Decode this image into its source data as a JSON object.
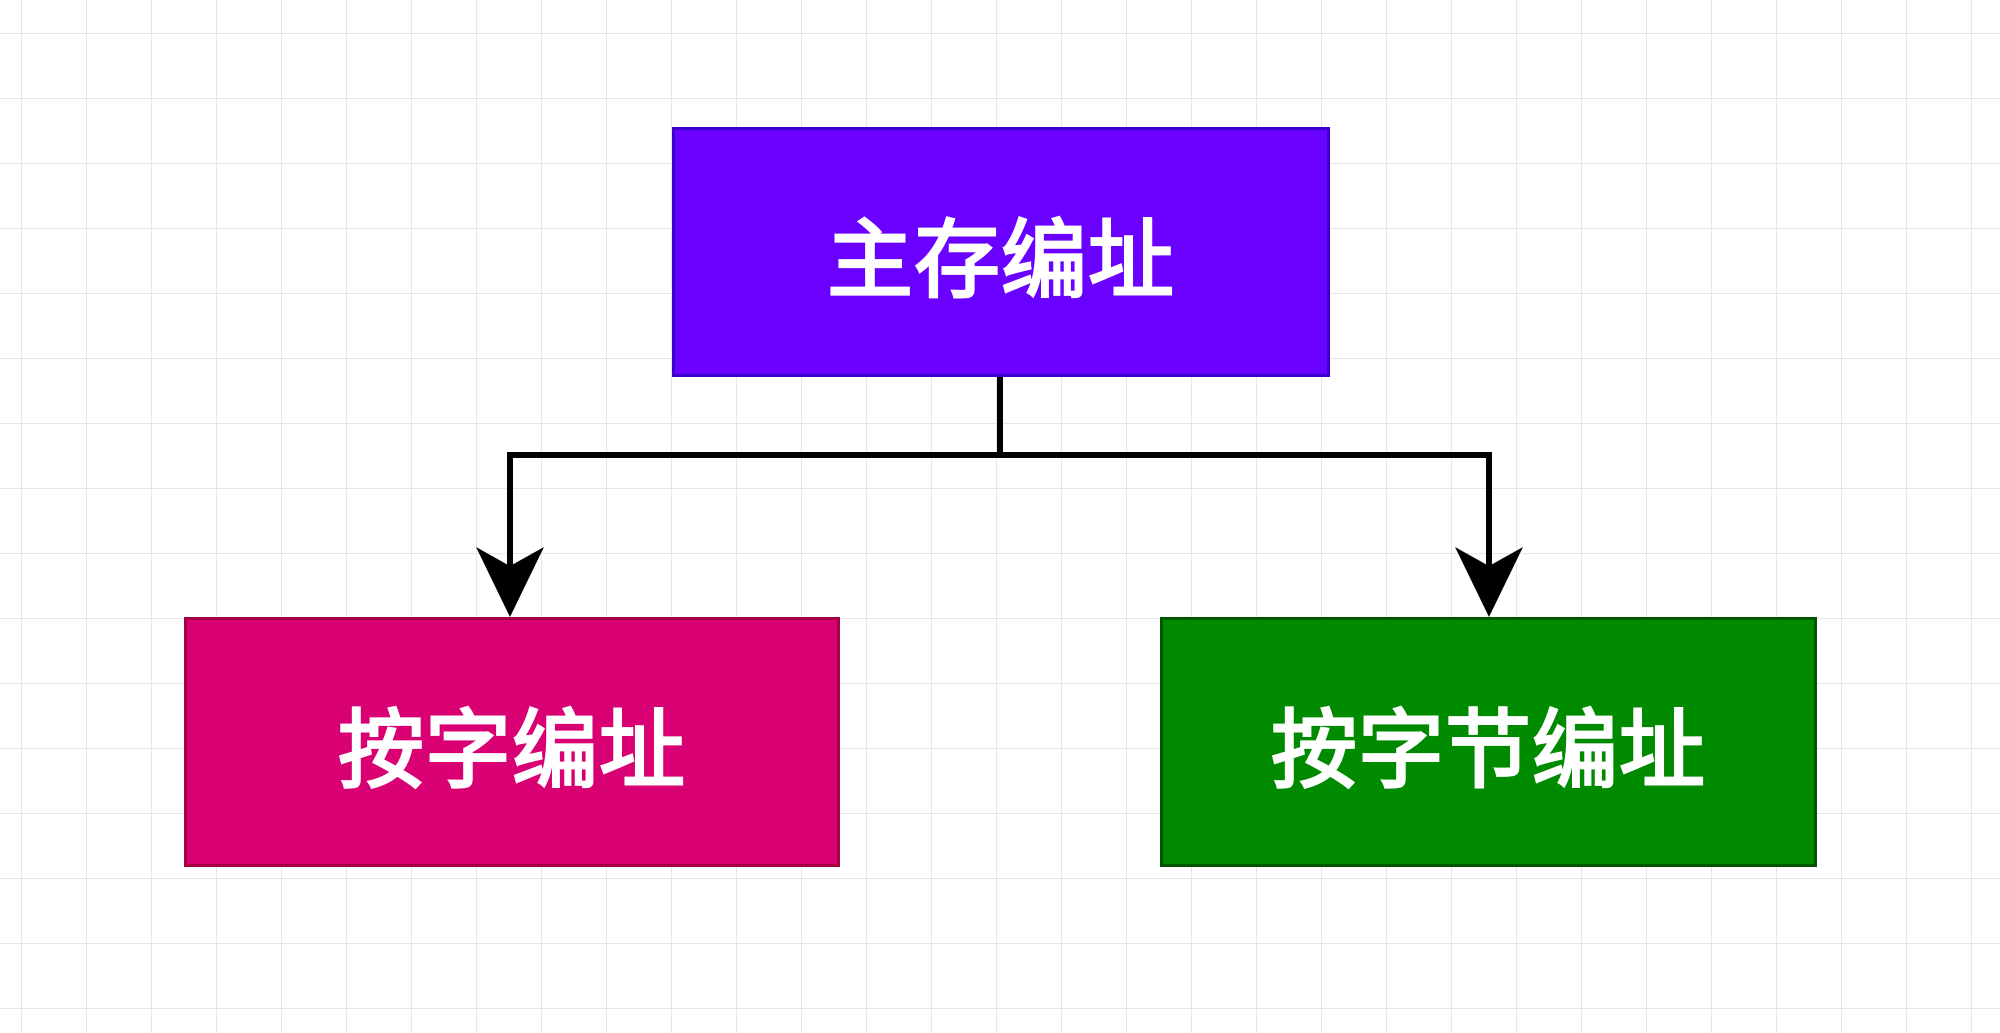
{
  "diagram": {
    "root": {
      "label": "主存编址",
      "fill": "#6a00ff",
      "border": "#3700cc"
    },
    "children": [
      {
        "label": "按字编址",
        "fill": "#d80073",
        "border": "#a50040"
      },
      {
        "label": "按字节编址",
        "fill": "#008a00",
        "border": "#005700"
      }
    ],
    "edge_color": "#000000"
  }
}
